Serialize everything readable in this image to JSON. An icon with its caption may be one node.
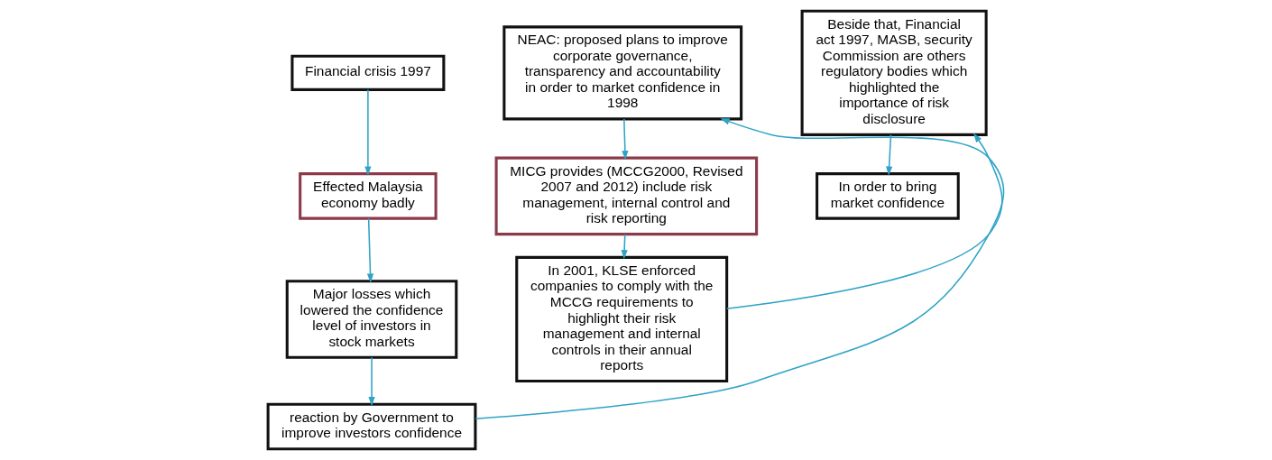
{
  "diagram": {
    "nodes": [
      {
        "text": [
          "Financial crisis 1997"
        ]
      },
      {
        "text": [
          "Effected Malaysia economy badly"
        ]
      },
      {
        "text": [
          "Major losses which lowered the confidence level of investors in stock markets"
        ]
      },
      {
        "text": [
          "reaction by Government to improve investors confidence"
        ]
      },
      {
        "text": [
          "NEAC: proposed plans to improve corporate governance, transparency and accountability in order to market confidence in 1998"
        ]
      },
      {
        "text": [
          "MICG provides (MCCG2000, Revised 2007 and 2012) include risk management, internal control and risk reporting"
        ]
      },
      {
        "text": [
          "In 2001, KLSE enforced companies to comply with the MCCG requirements to highlight their risk management and internal controls in their annual reports"
        ]
      },
      {
        "text": [
          "Beside that, Financial act 1997, MASB, security Commission are others regulatory bodies which highlighted the importance of risk disclosure"
        ]
      },
      {
        "text": [
          "In order to bring market confidence"
        ]
      }
    ],
    "edges": [
      {
        "from": 0,
        "to": 1,
        "arrow": "to"
      },
      {
        "from": 1,
        "to": 2,
        "arrow": "to"
      },
      {
        "from": 2,
        "to": 3,
        "arrow": "to"
      },
      {
        "from": 3,
        "to": 4,
        "arrow": "to"
      },
      {
        "from": 4,
        "to": 5,
        "arrow": "to"
      },
      {
        "from": 5,
        "to": 6,
        "arrow": "to"
      },
      {
        "from": 6,
        "to": 7,
        "arrow": "to"
      },
      {
        "from": 7,
        "to": 8,
        "arrow": "to"
      }
    ]
  }
}
